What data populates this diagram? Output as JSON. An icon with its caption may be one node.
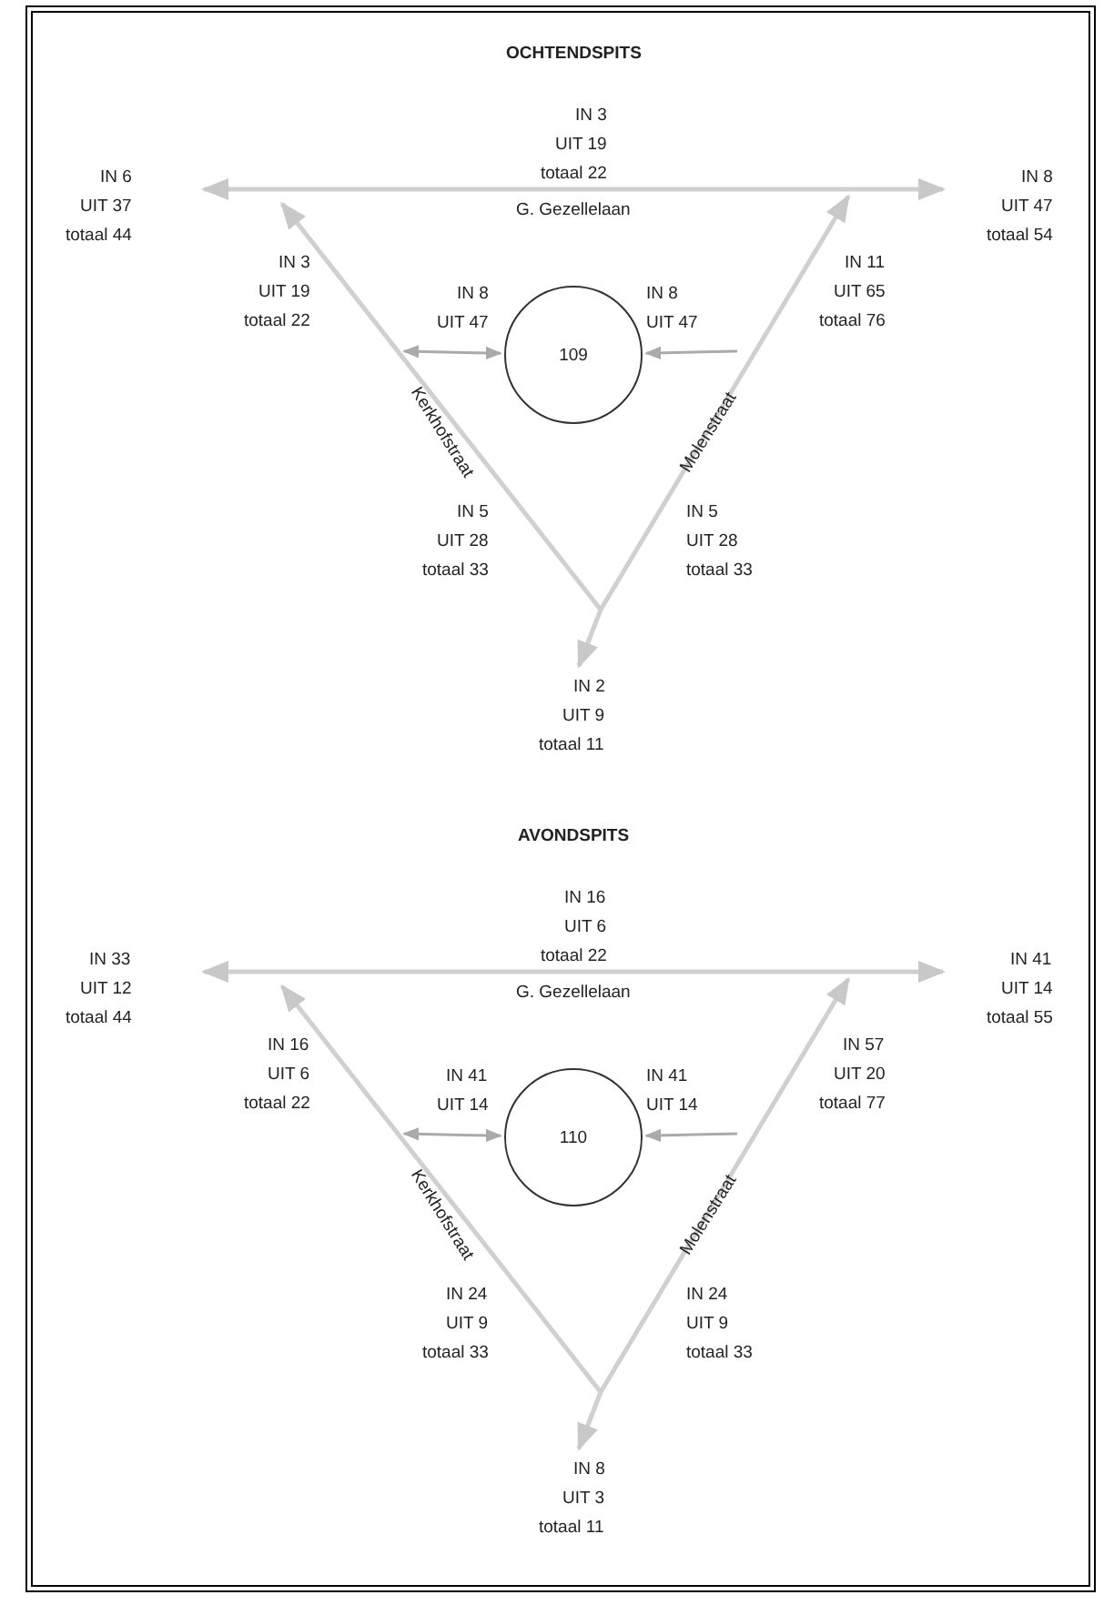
{
  "diagram": {
    "nodes": [
      {
        "text": [
          "109"
        ]
      },
      {
        "text": [
          "110"
        ]
      }
    ],
    "edges": [
      {
        "from": null,
        "to": 0,
        "arrow": "both"
      },
      {
        "from": null,
        "to": 0,
        "arrow": "to"
      },
      {
        "from": null,
        "to": 1,
        "arrow": "both"
      },
      {
        "from": null,
        "to": 1,
        "arrow": "to"
      }
    ],
    "labels": [
      "OCHTENDSPITS",
      "IN 3",
      "UIT 19",
      "totaal 22",
      "IN 6",
      "UIT 37",
      "totaal 44",
      "IN 8",
      "UIT 47",
      "totaal 54",
      "G. Gezellelaan",
      "IN 3",
      "UIT 19",
      "totaal 22",
      "IN 8",
      "UIT 47",
      "IN 8",
      "UIT 47",
      "IN 11",
      "UIT 65",
      "totaal 76",
      "Kerkhofstraat",
      "Molenstraat",
      "IN 5",
      "UIT 28",
      "totaal 33",
      "IN 5",
      "UIT 28",
      "totaal 33",
      "IN 2",
      "UIT 9",
      "totaal 11",
      "AVONDSPITS",
      "IN 16",
      "UIT 6",
      "totaal 22",
      "IN 33",
      "UIT 12",
      "totaal 44",
      "IN 41",
      "UIT 14",
      "totaal 55",
      "G. Gezellelaan",
      "IN 16",
      "UIT 6",
      "totaal 22",
      "IN 41",
      "UIT 14",
      "IN 41",
      "UIT 14",
      "IN 57",
      "UIT 20",
      "totaal 77",
      "Kerkhofstraat",
      "Molenstraat",
      "IN 24",
      "UIT 9",
      "totaal 33",
      "IN 24",
      "UIT 9",
      "totaal 33",
      "IN 8",
      "UIT 3",
      "totaal 11"
    ]
  }
}
